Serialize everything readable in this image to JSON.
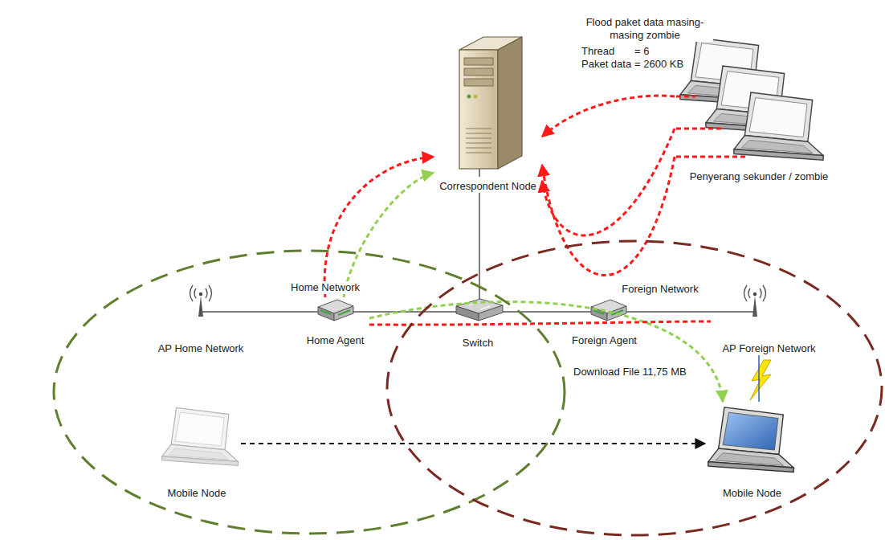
{
  "diagram": {
    "nodes": [
      {
        "text": [
          "Correspondent Node"
        ]
      },
      {
        "text": [
          "Penyerang sekunder / zombie"
        ]
      },
      {
        "text": [
          "Home Network"
        ]
      },
      {
        "text": [
          "AP Home Network"
        ],
        "in": 2
      },
      {
        "text": [
          "Home Agent"
        ],
        "in": 2
      },
      {
        "text": [
          "Mobile Node"
        ],
        "in": 2
      },
      {
        "text": [
          "Switch"
        ]
      },
      {
        "text": [
          "Foreign Network"
        ]
      },
      {
        "text": [
          "Foreign Agent"
        ],
        "in": 7
      },
      {
        "text": [
          "AP Foreign Network"
        ],
        "in": 7
      },
      {
        "text": [
          "Mobile Node"
        ],
        "in": 7
      }
    ],
    "edges": [
      {
        "from": 3,
        "to": 4,
        "arrow": "none"
      },
      {
        "from": 4,
        "to": 6,
        "arrow": "none"
      },
      {
        "from": 6,
        "to": 8,
        "arrow": "none"
      },
      {
        "from": 8,
        "to": 9,
        "arrow": "none"
      },
      {
        "from": 6,
        "to": 0,
        "arrow": "none"
      },
      {
        "from": 9,
        "to": 10,
        "arrow": "none"
      },
      {
        "from": 5,
        "to": 10,
        "arrow": "to"
      },
      {
        "from": 1,
        "to": 0,
        "arrow": "to"
      },
      {
        "from": 1,
        "to": 0,
        "arrow": "to"
      },
      {
        "from": 1,
        "to": 0,
        "arrow": "to"
      },
      {
        "from": 4,
        "to": 0,
        "arrow": "to"
      },
      {
        "from": 4,
        "to": 0,
        "arrow": "to"
      },
      {
        "from": 4,
        "to": 10,
        "arrow": "to",
        "label": "Download File 11,75 MB"
      },
      {
        "from": 4,
        "to": 9,
        "arrow": "none"
      }
    ],
    "labels": [
      "Flood paket data masing-masing zombie",
      "Thread",
      "= 6",
      "Paket data",
      "= 2600 KB"
    ]
  }
}
